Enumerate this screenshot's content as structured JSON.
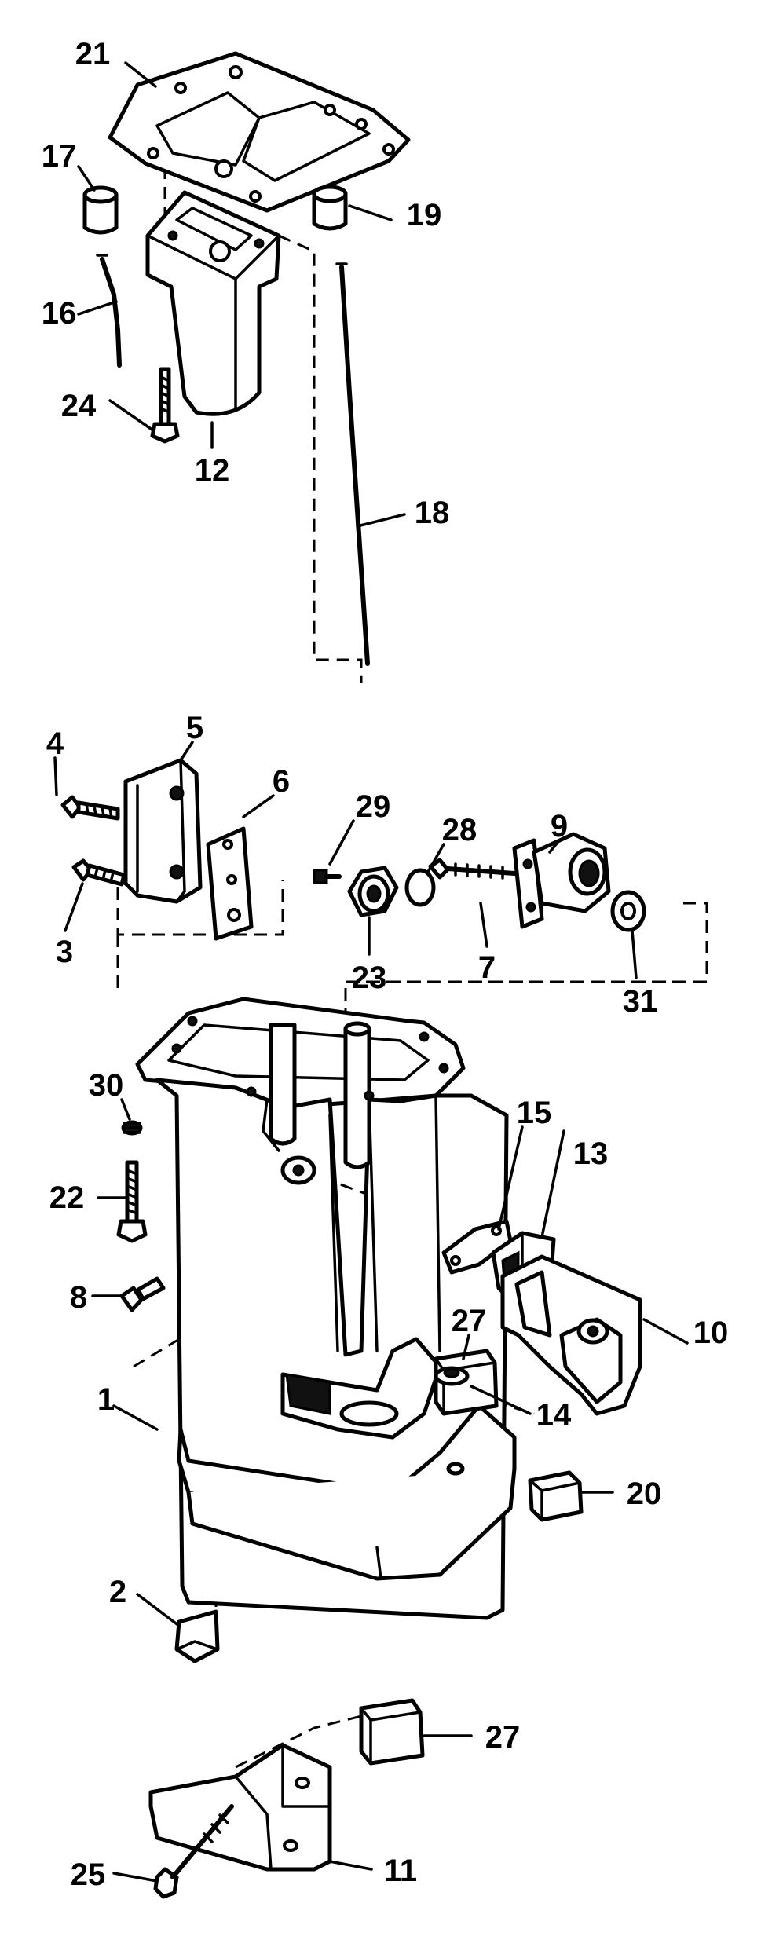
{
  "callouts": [
    {
      "id": "p21",
      "text": "21"
    },
    {
      "id": "p17",
      "text": "17"
    },
    {
      "id": "p19",
      "text": "19"
    },
    {
      "id": "p16",
      "text": "16"
    },
    {
      "id": "p24",
      "text": "24"
    },
    {
      "id": "p12",
      "text": "12"
    },
    {
      "id": "p18",
      "text": "18"
    },
    {
      "id": "p4",
      "text": "4"
    },
    {
      "id": "p5",
      "text": "5"
    },
    {
      "id": "p6",
      "text": "6"
    },
    {
      "id": "p29",
      "text": "29"
    },
    {
      "id": "p28",
      "text": "28"
    },
    {
      "id": "p9",
      "text": "9"
    },
    {
      "id": "p3",
      "text": "3"
    },
    {
      "id": "p23",
      "text": "23"
    },
    {
      "id": "p7",
      "text": "7"
    },
    {
      "id": "p31",
      "text": "31"
    },
    {
      "id": "p30",
      "text": "30"
    },
    {
      "id": "p15",
      "text": "15"
    },
    {
      "id": "p13",
      "text": "13"
    },
    {
      "id": "p22",
      "text": "22"
    },
    {
      "id": "p27a",
      "text": "27"
    },
    {
      "id": "p10",
      "text": "10"
    },
    {
      "id": "p8",
      "text": "8"
    },
    {
      "id": "p1",
      "text": "1"
    },
    {
      "id": "p14",
      "text": "14"
    },
    {
      "id": "p20",
      "text": "20"
    },
    {
      "id": "p2",
      "text": "2"
    },
    {
      "id": "p27b",
      "text": "27"
    },
    {
      "id": "p11",
      "text": "11"
    },
    {
      "id": "p25",
      "text": "25"
    }
  ]
}
